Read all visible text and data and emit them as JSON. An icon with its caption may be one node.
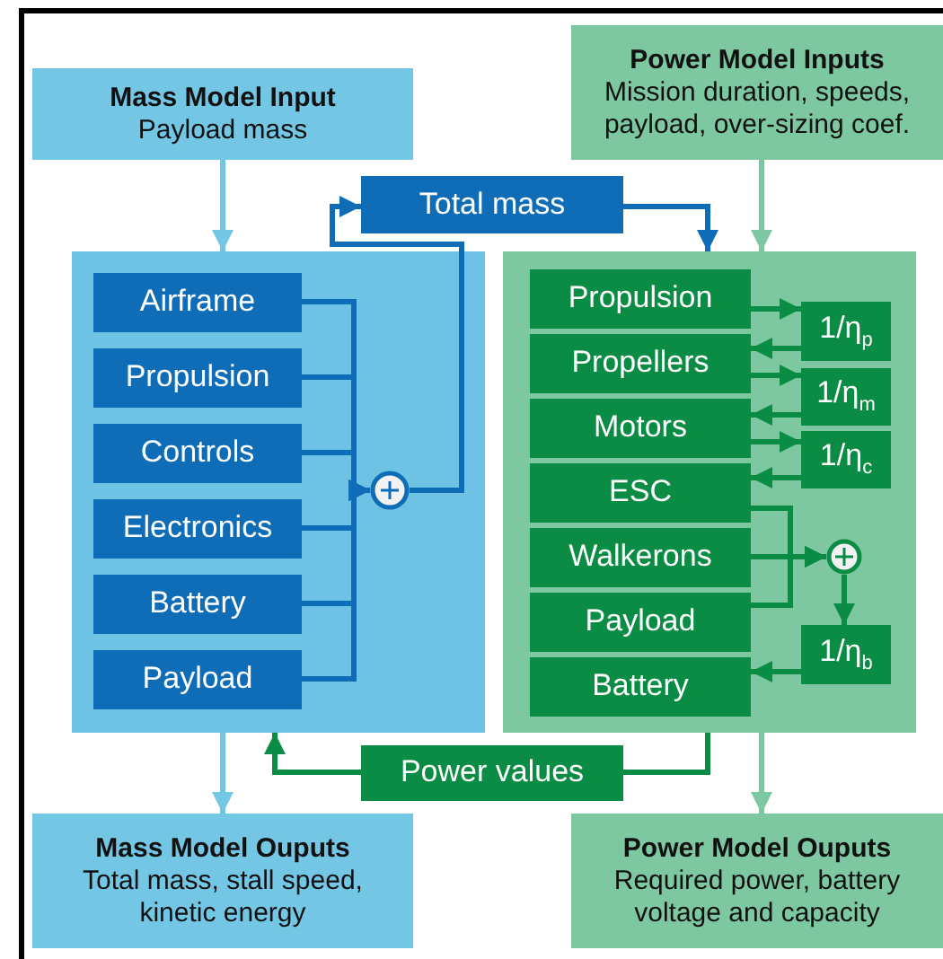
{
  "diagram": {
    "nodes": [
      {
        "text": [
          "Mass Model Input",
          "Payload mass"
        ]
      },
      {
        "text": [
          "Power Model Inputs",
          "Mission duration, speeds, payload, over-sizing coef."
        ]
      },
      {
        "text": [
          "Total mass"
        ]
      },
      {
        "text": [],
        "shape": "box"
      },
      {
        "text": [
          "Airframe"
        ],
        "in": 3
      },
      {
        "text": [
          "Propulsion"
        ],
        "in": 3
      },
      {
        "text": [
          "Controls"
        ],
        "in": 3
      },
      {
        "text": [
          "Electronics"
        ],
        "in": 3
      },
      {
        "text": [
          "Battery"
        ],
        "in": 3
      },
      {
        "text": [
          "Payload"
        ],
        "in": 3
      },
      {
        "text": [],
        "shape": "circle",
        "in": 3
      },
      {
        "text": [],
        "shape": "box"
      },
      {
        "text": [
          "Propulsion"
        ],
        "in": 11
      },
      {
        "text": [
          "Propellers"
        ],
        "in": 11
      },
      {
        "text": [
          "Motors"
        ],
        "in": 11
      },
      {
        "text": [
          "ESC"
        ],
        "in": 11
      },
      {
        "text": [
          "Walkerons"
        ],
        "in": 11
      },
      {
        "text": [
          "Payload"
        ],
        "in": 11
      },
      {
        "text": [
          "Battery"
        ],
        "in": 11
      },
      {
        "text": [
          "1/η$_{p}$"
        ],
        "in": 11
      },
      {
        "text": [
          "1/η$_{m}$"
        ],
        "in": 11
      },
      {
        "text": [
          "1/η$_{c}$"
        ],
        "in": 11
      },
      {
        "text": [
          "1/η$_{b}$"
        ],
        "in": 11
      },
      {
        "text": [],
        "shape": "circle",
        "in": 11
      },
      {
        "text": [
          "Power values"
        ]
      },
      {
        "text": [
          "Mass Model Ouputs",
          "Total mass, stall speed, kinetic energy"
        ]
      },
      {
        "text": [
          "Power Model Ouputs",
          "Required power, battery voltage and capacity"
        ]
      }
    ],
    "edges": [
      {
        "from": 0,
        "to": 3,
        "arrow": "to",
        "color": "#74c6e5"
      },
      {
        "from": 1,
        "to": 11,
        "arrow": "to",
        "color": "#7dc8a0"
      },
      {
        "from": 2,
        "to": 11,
        "arrow": "to",
        "color": "#0f6db8"
      },
      {
        "from": 10,
        "to": 2,
        "arrow": "to",
        "color": "#0f6db8"
      },
      {
        "from": 4,
        "to": 10,
        "arrow": "to",
        "color": "#0f6db8"
      },
      {
        "from": 5,
        "to": 10,
        "arrow": "to",
        "color": "#0f6db8"
      },
      {
        "from": 6,
        "to": 10,
        "arrow": "to",
        "color": "#0f6db8"
      },
      {
        "from": 7,
        "to": 10,
        "arrow": "to",
        "color": "#0f6db8"
      },
      {
        "from": 8,
        "to": 10,
        "arrow": "to",
        "color": "#0f6db8"
      },
      {
        "from": 9,
        "to": 10,
        "arrow": "to",
        "color": "#0f6db8"
      },
      {
        "from": 12,
        "to": 19,
        "arrow": "to"
      },
      {
        "from": 19,
        "to": 13,
        "arrow": "to"
      },
      {
        "from": 13,
        "to": 20,
        "arrow": "to"
      },
      {
        "from": 20,
        "to": 14,
        "arrow": "to"
      },
      {
        "from": 14,
        "to": 21,
        "arrow": "to"
      },
      {
        "from": 21,
        "to": 15,
        "arrow": "to"
      },
      {
        "from": 15,
        "to": 23,
        "arrow": "to"
      },
      {
        "from": 16,
        "to": 23,
        "arrow": "to"
      },
      {
        "from": 17,
        "to": 23,
        "arrow": "to"
      },
      {
        "from": 23,
        "to": 22,
        "arrow": "to"
      },
      {
        "from": 22,
        "to": 18,
        "arrow": "to"
      },
      {
        "from": 11,
        "to": 24,
        "arrow": "none"
      },
      {
        "from": 24,
        "to": 3,
        "arrow": "to"
      },
      {
        "from": 3,
        "to": 25,
        "arrow": "to",
        "color": "#74c6e5"
      },
      {
        "from": 11,
        "to": 26,
        "arrow": "to",
        "color": "#7dc8a0"
      }
    ]
  }
}
